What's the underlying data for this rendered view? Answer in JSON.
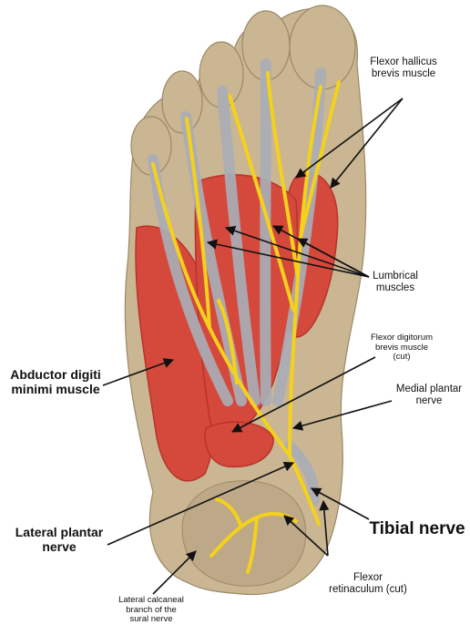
{
  "labels": {
    "flexor_hallucis_brevis": [
      "Flexor hallicus",
      "brevis muscle"
    ],
    "lumbrical": [
      "Lumbrical",
      "muscles"
    ],
    "flexor_digitorum_brevis": [
      "Flexor digitorum",
      "brevis muscle",
      "(cut)"
    ],
    "medial_plantar": [
      "Medial plantar",
      "nerve"
    ],
    "abductor_digiti_minimi": [
      "Abductor digiti",
      "minimi muscle"
    ],
    "lateral_plantar": [
      "Lateral plantar",
      "nerve"
    ],
    "tibial": [
      "Tibial nerve"
    ],
    "flexor_retinaculum": [
      "Flexor",
      "retinaculum (cut)"
    ],
    "lateral_calcaneal": [
      "Lateral calcaneal",
      "branch of the",
      "sural nerve"
    ]
  },
  "colors": {
    "background": "#ffffff",
    "skin": "#cbb693",
    "muscle": "#d5493c",
    "muscle_dark": "#b7332a",
    "tendon": "#a9aeb6",
    "nerve": "#f3d11c",
    "heel_pad": "#bda988",
    "label_text": "#111111",
    "leader_line": "#111111"
  }
}
